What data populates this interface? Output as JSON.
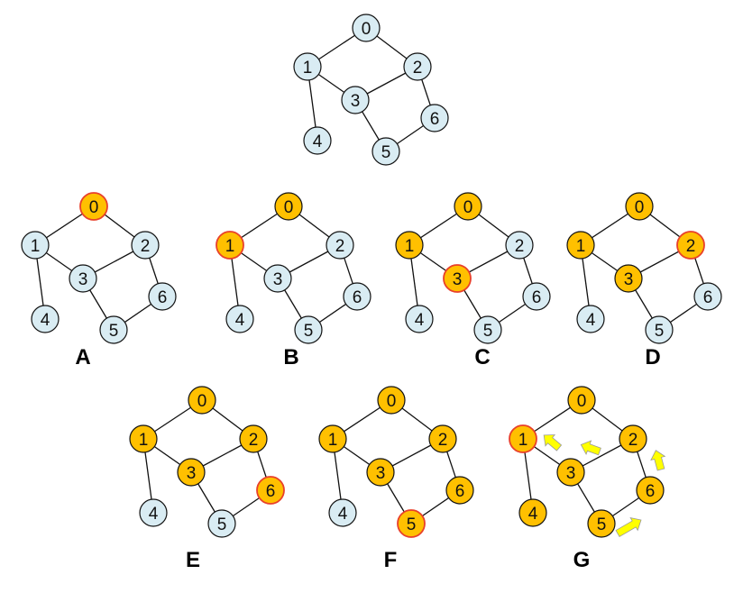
{
  "colors": {
    "unvisited_fill": "#d9ecf3",
    "visited_fill": "#ffc000",
    "current_outline": "#e8402a",
    "edge": "#111111",
    "arrow_fill": "#ffff00",
    "arrow_outline": "#999999"
  },
  "graph": {
    "nodes": [
      "0",
      "1",
      "2",
      "3",
      "4",
      "5",
      "6"
    ],
    "edges": [
      [
        "0",
        "1"
      ],
      [
        "0",
        "2"
      ],
      [
        "1",
        "3"
      ],
      [
        "1",
        "4"
      ],
      [
        "2",
        "3"
      ],
      [
        "2",
        "6"
      ],
      [
        "3",
        "5"
      ],
      [
        "5",
        "6"
      ]
    ]
  },
  "panels": [
    {
      "id": "original",
      "caption": "",
      "visited": [],
      "current": null,
      "arrows": false
    },
    {
      "id": "A",
      "caption": "A",
      "visited": [],
      "current": "0",
      "arrows": false
    },
    {
      "id": "B",
      "caption": "B",
      "visited": [
        "0"
      ],
      "current": "1",
      "arrows": false
    },
    {
      "id": "C",
      "caption": "C",
      "visited": [
        "0",
        "1"
      ],
      "current": "3",
      "arrows": false
    },
    {
      "id": "D",
      "caption": "D",
      "visited": [
        "0",
        "1",
        "3"
      ],
      "current": "2",
      "arrows": false
    },
    {
      "id": "E",
      "caption": "E",
      "visited": [
        "0",
        "1",
        "2",
        "3"
      ],
      "current": "6",
      "arrows": false
    },
    {
      "id": "F",
      "caption": "F",
      "visited": [
        "0",
        "1",
        "2",
        "3",
        "6"
      ],
      "current": "5",
      "arrows": false
    },
    {
      "id": "G",
      "caption": "G",
      "visited": [
        "0",
        "2",
        "3",
        "4",
        "5",
        "6"
      ],
      "current": "1",
      "arrows": true
    }
  ]
}
